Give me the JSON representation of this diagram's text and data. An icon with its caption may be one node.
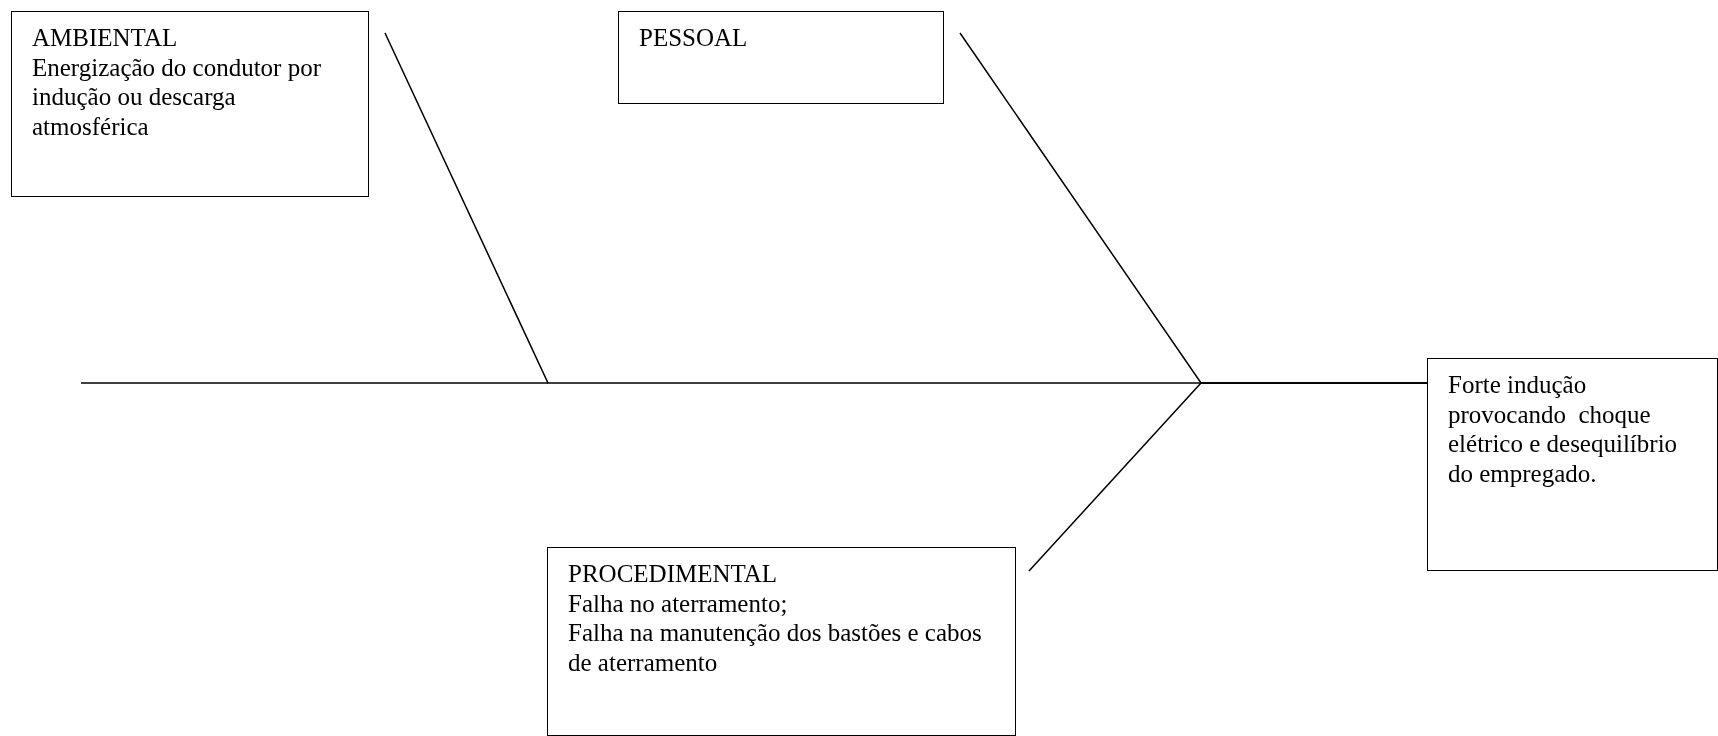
{
  "diagram": {
    "nodes": [
      {
        "text": [
          "AMBIENTAL",
          "Energização do condutor por indução ou descarga atmosférica"
        ]
      },
      {
        "text": [
          "PESSOAL"
        ]
      },
      {
        "text": [
          "Forte indução provocando  choque elétrico e desequilíbrio do empregado."
        ]
      },
      {
        "text": [
          "PROCEDIMENTAL",
          "Falha no aterramento;",
          "Falha na manutenção dos bastões e cabos de aterramento"
        ]
      }
    ],
    "edges": [
      {
        "from": 0,
        "to": 2,
        "arrow": "none"
      },
      {
        "from": 1,
        "to": 2,
        "arrow": "none"
      },
      {
        "from": 3,
        "to": 2,
        "arrow": "none"
      }
    ]
  }
}
